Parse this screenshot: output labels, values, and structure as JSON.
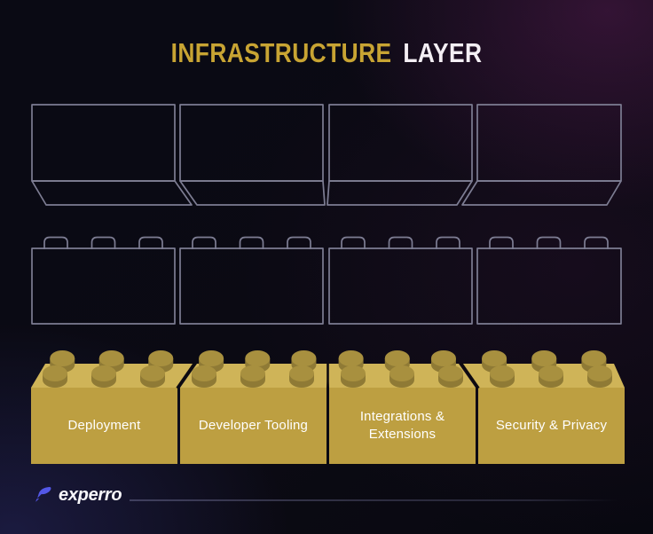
{
  "title": {
    "highlight": "INFRASTRUCTURE",
    "rest": "LAYER"
  },
  "diagram": {
    "top_row_brick_count": 4,
    "middle_row_brick_count": 4,
    "gold_bricks": [
      {
        "label": "Deployment"
      },
      {
        "label": "Developer Tooling"
      },
      {
        "label": "Integrations &\nExtensions"
      },
      {
        "label": "Security & Privacy"
      }
    ]
  },
  "footer": {
    "brand": "experro"
  },
  "colors": {
    "background": "#0a0a14",
    "glow_top_right": "#3b1438",
    "glow_bottom_left": "#1b1b4a",
    "title_gold": "#c8a433",
    "title_white": "#f4eff4",
    "outline": "#7d7d93",
    "brick_front": "#bd9f41",
    "brick_top": "#cfb458",
    "stud_top": "#a8903f",
    "stud_side": "#8f7a35",
    "junction_dark": "#0d0a10",
    "label_text": "#ffffff",
    "logo_accent": "#5357e6",
    "footer_line": "#5a5a7d"
  }
}
